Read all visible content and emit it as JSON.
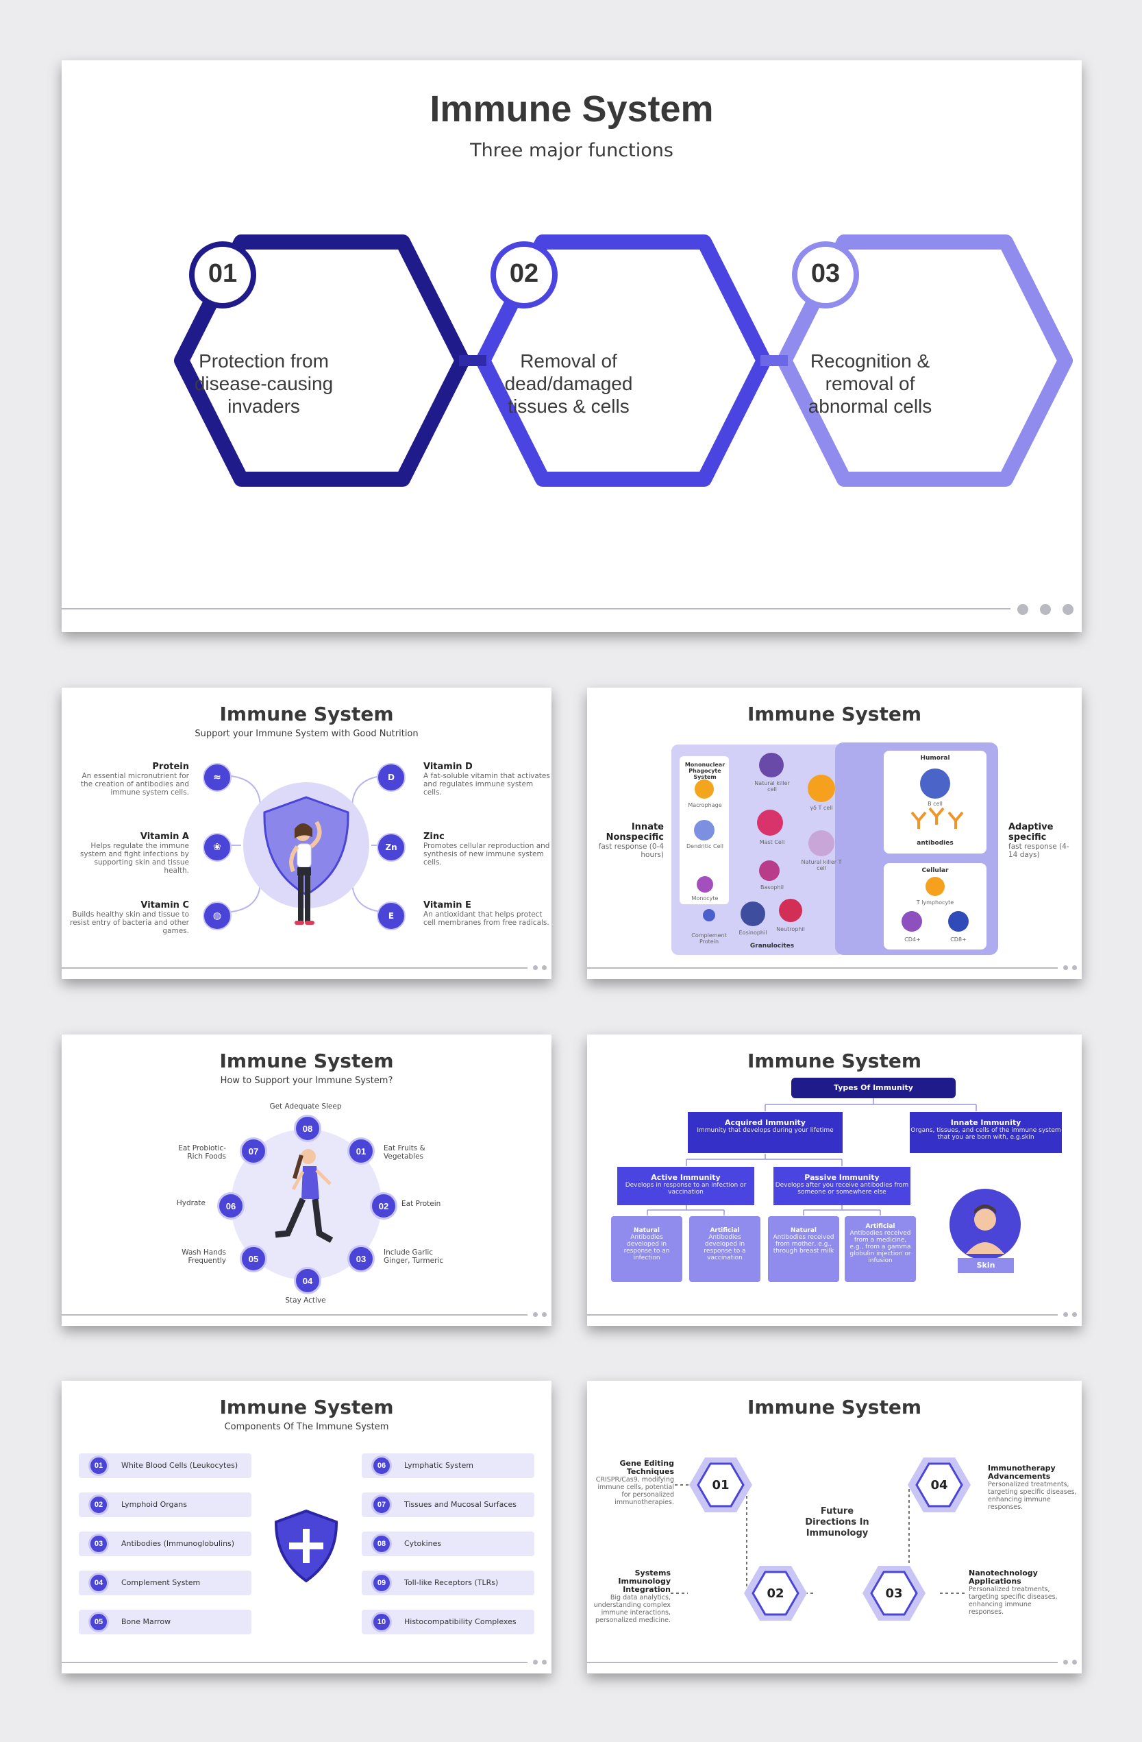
{
  "slide1": {
    "title": "Immune System",
    "subtitle": "Three major functions",
    "hexes": [
      {
        "num": "01",
        "text": "Protection from disease-causing invaders",
        "color": "#1f1b8a"
      },
      {
        "num": "02",
        "text": "Removal of dead/damaged tissues & cells",
        "color": "#4a45e0"
      },
      {
        "num": "03",
        "text": "Recognition & removal of abnormal cells",
        "color": "#8f8ced"
      }
    ]
  },
  "slide2": {
    "title": "Immune System",
    "subtitle": "Support your Immune System with Good Nutrition",
    "left": [
      {
        "title": "Protein",
        "text": "An essential micronutrient for the creation of antibodies and immune system cells."
      },
      {
        "title": "Vitamin A",
        "text": "Helps regulate the immune system and fight infections by supporting skin and tissue health."
      },
      {
        "title": "Vitamin C",
        "text": "Builds healthy skin and tissue to resist entry of bacteria and other games."
      }
    ],
    "right": [
      {
        "title": "Vitamin D",
        "text": "A fat-soluble vitamin that activates and regulates immune system cells.",
        "icon_text": "D"
      },
      {
        "title": "Zinc",
        "text": "Promotes cellular reproduction and synthesis of new immune system cells.",
        "icon_text": "Zn"
      },
      {
        "title": "Vitamin E",
        "text": "An antioxidant that helps protect cell membranes from free radicals.",
        "icon_text": "E"
      }
    ]
  },
  "slide3": {
    "title": "Immune System",
    "innate_label": "Innate Nonspecific",
    "innate_sub": "fast response (0-4 hours)",
    "adaptive_label": "Adaptive specific",
    "adaptive_sub": "fast response (4-14 days)",
    "mono_title": "Mononuclear Phagocyte System",
    "macrophage": "Macrophage",
    "dendritic": "Dendritic Cell",
    "monocyte": "Monocyte",
    "complement": "Complement Protein",
    "nk": "Natural killer cell",
    "mast": "Mast Cell",
    "basophil": "Basophil",
    "eosinophil": "Eosinophil",
    "neutrophil": "Neutrophil",
    "granulocytes": "Granulocites",
    "gd_t": "γδ T cell",
    "nkt": "Natural killer T cell",
    "humoral": "Humoral",
    "b_cell": "B cell",
    "antibodies": "antibodies",
    "cellular": "Cellular",
    "t_lymph": "T lymphocyte",
    "cd4": "CD4+",
    "cd8": "CD8+"
  },
  "slide4": {
    "title": "Immune System",
    "subtitle": "How to Support your Immune System?",
    "items": [
      {
        "num": "08",
        "label": "Get Adequate Sleep"
      },
      {
        "num": "01",
        "label": "Eat Fruits & Vegetables"
      },
      {
        "num": "02",
        "label": "Eat Protein"
      },
      {
        "num": "03",
        "label": "Include Garlic Ginger, Turmeric"
      },
      {
        "num": "04",
        "label": "Stay Active"
      },
      {
        "num": "05",
        "label": "Wash Hands Frequently"
      },
      {
        "num": "06",
        "label": "Hydrate"
      },
      {
        "num": "07",
        "label": "Eat Probiotic-Rich Foods"
      }
    ]
  },
  "slide5": {
    "title": "Immune System",
    "root": "Types Of Immunity",
    "acquired": {
      "title": "Acquired Immunity",
      "text": "Immunity that develops during your lifetime"
    },
    "innate": {
      "title": "Innate Immunity",
      "text": "Organs, tissues, and cells of the immune system that you are born with, e.g.skin"
    },
    "active": {
      "title": "Active Immunity",
      "text": "Develops in response to an infection or vaccination"
    },
    "passive": {
      "title": "Passive Immunity",
      "text": "Develops after you receive antibodies from someone or somewhere else"
    },
    "leaves": [
      {
        "title": "Natural",
        "text": "Antibodies developed in response to an infection"
      },
      {
        "title": "Artificial",
        "text": "Antibodies developed in response to a vaccination"
      },
      {
        "title": "Natural",
        "text": "Antibodies received from mother, e.g., through breast milk"
      },
      {
        "title": "Artificial",
        "text": "Antibodies received from a medicine, e.g., from a gamma globulin injection or infusion"
      }
    ],
    "skin": "Skin"
  },
  "slide6": {
    "title": "Immune System",
    "subtitle": "Components Of The Immune System",
    "left": [
      {
        "num": "01",
        "label": "White Blood Cells (Leukocytes)"
      },
      {
        "num": "02",
        "label": "Lymphoid Organs"
      },
      {
        "num": "03",
        "label": "Antibodies (Immunoglobulins)"
      },
      {
        "num": "04",
        "label": "Complement System"
      },
      {
        "num": "05",
        "label": "Bone Marrow"
      }
    ],
    "right": [
      {
        "num": "06",
        "label": "Lymphatic System"
      },
      {
        "num": "07",
        "label": "Tissues and Mucosal Surfaces"
      },
      {
        "num": "08",
        "label": "Cytokines"
      },
      {
        "num": "09",
        "label": "Toll-like Receptors (TLRs)"
      },
      {
        "num": "10",
        "label": "Histocompatibility Complexes"
      }
    ]
  },
  "slide7": {
    "title": "Immune System",
    "center": "Future Directions In Immunology",
    "items": [
      {
        "num": "01",
        "title": "Gene Editing Techniques",
        "text": "CRISPR/Cas9, modifying immune cells, potential for personalized immunotherapies."
      },
      {
        "num": "02",
        "title": "Systems Immunology Integration",
        "text": "Big data analytics, understanding complex immune interactions, personalized medicine."
      },
      {
        "num": "03",
        "title": "Nanotechnology Applications",
        "text": "Personalized treatments, targeting specific diseases, enhancing immune responses."
      },
      {
        "num": "04",
        "title": "Immunotherapy Advancements",
        "text": "Personalized treatments, targeting specific diseases, enhancing immune responses."
      }
    ]
  },
  "colors": {
    "accent": "#4a45d6",
    "dark": "#1f1b8a",
    "light": "#8f8ced",
    "pale": "#e9e8fb"
  }
}
